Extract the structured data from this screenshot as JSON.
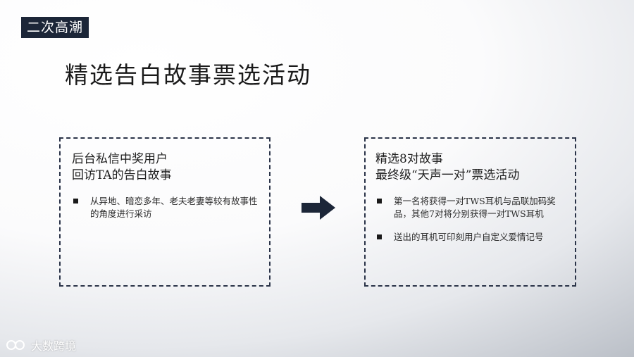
{
  "slide": {
    "tag_label": "二次高潮",
    "title": "精选告白故事票选活动"
  },
  "left_box": {
    "heading_line1": "后台私信中奖用户",
    "heading_line2": "回访TA的告白故事",
    "bullets": [
      "从异地、暗恋多年、老夫老妻等较有故事性的角度进行采访"
    ]
  },
  "right_box": {
    "heading_line1": "精选8对故事",
    "heading_line2": "最终级“天声一对”票选活动",
    "bullets": [
      "第一名将获得一对TWS耳机与品联加码奖品，其他7对将分别获得一对TWS耳机",
      "送出的耳机可印刻用户自定义爱情记号"
    ]
  },
  "watermark": {
    "text": "大数跨境"
  },
  "icons": {
    "arrow": "arrow-right-icon",
    "bullet": "square-bullet-icon",
    "logo": "watermark-logo-icon"
  },
  "colors": {
    "dark_navy": "#1c2638",
    "border": "#2a3348"
  }
}
